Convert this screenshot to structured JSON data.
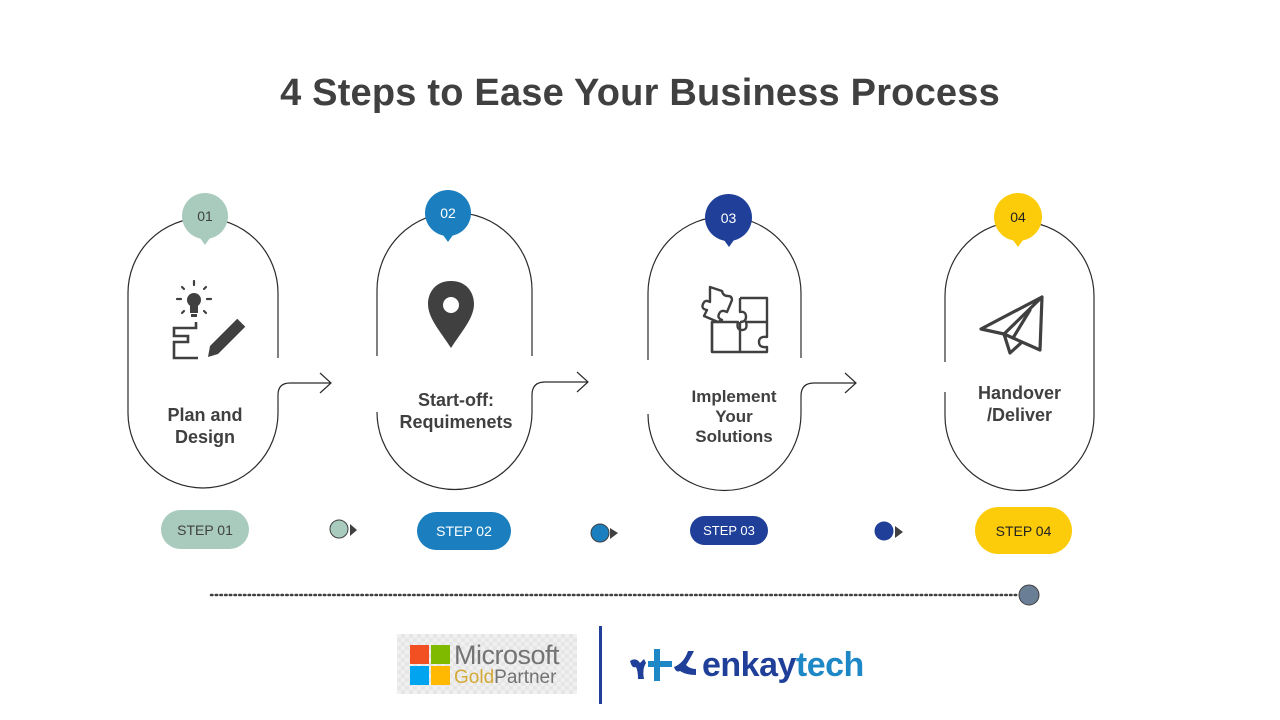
{
  "title": "4 Steps to Ease Your Business Process",
  "steps": [
    {
      "number": "01",
      "label_lines": [
        "Plan and",
        "Design"
      ],
      "pill": "STEP 01",
      "icon": "lightbulb-pencil-icon",
      "color": "#a9cbbd",
      "text_color": "#404040"
    },
    {
      "number": "02",
      "label_lines": [
        "Start-off:",
        "Requimenets"
      ],
      "pill": "STEP 02",
      "icon": "map-pin-icon",
      "color": "#1b7fbf",
      "text_color": "#ffffff"
    },
    {
      "number": "03",
      "label_lines": [
        "Implement",
        "Your",
        "Solutions"
      ],
      "pill": "STEP 03",
      "icon": "puzzle-icon",
      "color": "#1f3f99",
      "text_color": "#ffffff"
    },
    {
      "number": "04",
      "label_lines": [
        "Handover",
        "/Deliver"
      ],
      "pill": "STEP 04",
      "icon": "paper-plane-icon",
      "color": "#fccc0a",
      "text_color": "#222222"
    }
  ],
  "timeline_end_color": "#6a7f95",
  "footer": {
    "microsoft": {
      "line1": "Microsoft",
      "gold": "Gold",
      "partner": "Partner",
      "colors": [
        "#f25022",
        "#7fba00",
        "#00a4ef",
        "#ffb900"
      ]
    },
    "company": {
      "brand_a": "enkay",
      "brand_b": "tech"
    }
  }
}
